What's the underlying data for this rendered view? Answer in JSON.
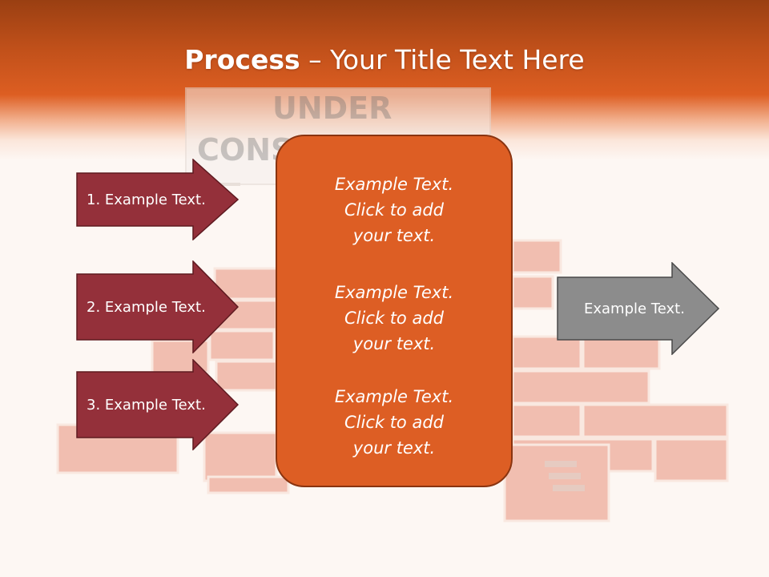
{
  "slide": {
    "title_bold": "Process",
    "title_rest": " – Your Title Text Here"
  },
  "background": {
    "sign_line1": "UNDER",
    "sign_line2": "CONSTRUCTION"
  },
  "left_arrows": [
    {
      "label": "1. Example Text."
    },
    {
      "label": "2. Example Text."
    },
    {
      "label": "3. Example Text."
    }
  ],
  "center_box": {
    "items": [
      {
        "line1": "Example Text.",
        "line2": "Click  to add",
        "line3": "your text."
      },
      {
        "line1": "Example Text.",
        "line2": "Click  to add",
        "line3": "your text."
      },
      {
        "line1": "Example Text.",
        "line2": "Click  to add",
        "line3": "your text."
      }
    ]
  },
  "right_arrow": {
    "label": "Example Text."
  },
  "colors": {
    "header": "#dd5e22",
    "left_arrow_fill": "#94303a",
    "center_fill": "#dd5e24",
    "right_arrow_fill": "#8c8c8c"
  }
}
